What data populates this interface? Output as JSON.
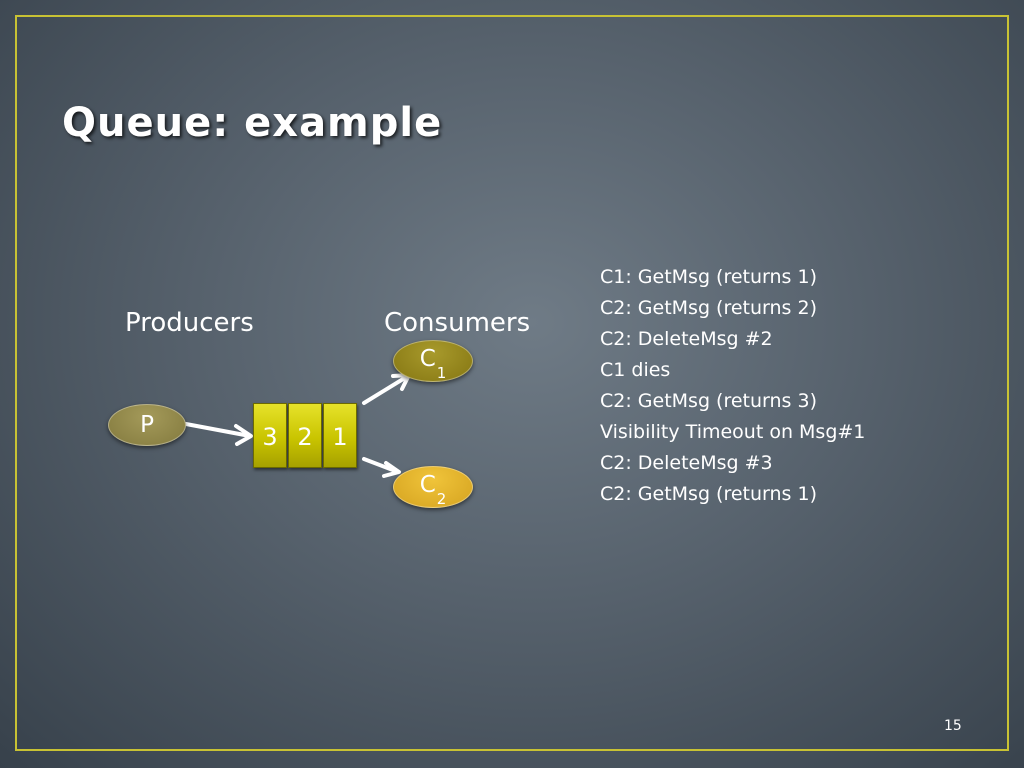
{
  "slide": {
    "title": "Queue: example",
    "page_number": "15"
  },
  "diagram": {
    "producers_label": "Producers",
    "consumers_label": "Consumers",
    "producer": "P",
    "consumer_1": {
      "base": "C",
      "sub": "1"
    },
    "consumer_2": {
      "base": "C",
      "sub": "2"
    },
    "queue_messages": [
      "3",
      "2",
      "1"
    ]
  },
  "steps": [
    "C1: GetMsg (returns 1)",
    "C2: GetMsg (returns 2)",
    "C2: DeleteMsg #2",
    "C1 dies",
    "C2: GetMsg (returns 3)",
    "Visibility Timeout on Msg#1",
    "C2: DeleteMsg #3",
    "C2: GetMsg (returns 1)"
  ],
  "colors": {
    "frame": "#c8c234",
    "queue_cell": "#c9c400",
    "consumer_1": "#857612",
    "consumer_2": "#d5a320",
    "producer": "#837a3e"
  }
}
